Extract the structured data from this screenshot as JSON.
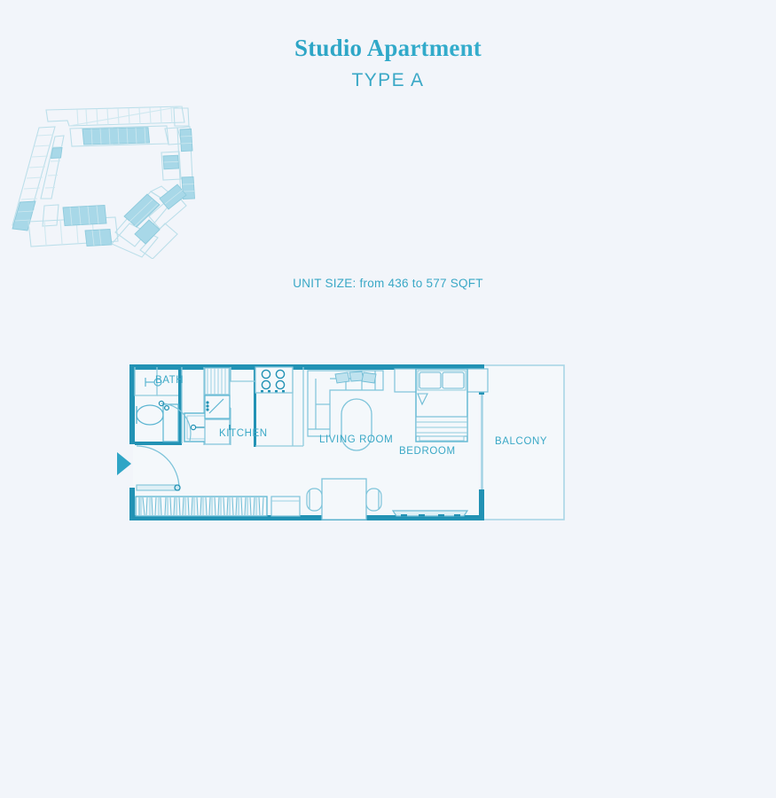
{
  "header": {
    "title": "Studio Apartment",
    "subtitle": "TYPE A",
    "unit_size": "UNIT SIZE: from 436 to 577 SQFT"
  },
  "colors": {
    "background": "#f2f5fa",
    "primary_teal": "#2a9bbd",
    "wall_dark": "#2292b4",
    "line_light": "#8fcbdd",
    "fill_light": "#a8d8e8",
    "text_teal": "#3aa8c6",
    "title_dark": "#2f7fa8"
  },
  "keyplan": {
    "name": "building-key-plan",
    "description": "Site key plan of pentagonal building block with highlighted unit locations",
    "highlighted_units": 7
  },
  "floorplan": {
    "name": "studio-apartment-type-a-floorplan",
    "entrance_marker": "entry-arrow",
    "rooms": [
      {
        "id": "bath",
        "label": "BATH"
      },
      {
        "id": "kitchen",
        "label": "KITCHEN"
      },
      {
        "id": "living_room",
        "label": "LIVING ROOM"
      },
      {
        "id": "bedroom",
        "label": "BEDROOM"
      },
      {
        "id": "balcony",
        "label": "BALCONY"
      }
    ],
    "fixtures": [
      "toilet",
      "shower",
      "vanity-sink",
      "washing-machine",
      "stovetop",
      "kitchen-sink",
      "counter",
      "refrigerator",
      "sectional-sofa",
      "oval-coffee-table",
      "dining-table",
      "dining-chair-left",
      "dining-chair-right",
      "double-bed",
      "nightstand-left",
      "nightstand-right",
      "wardrobe",
      "tv-console",
      "side-cabinet"
    ]
  }
}
